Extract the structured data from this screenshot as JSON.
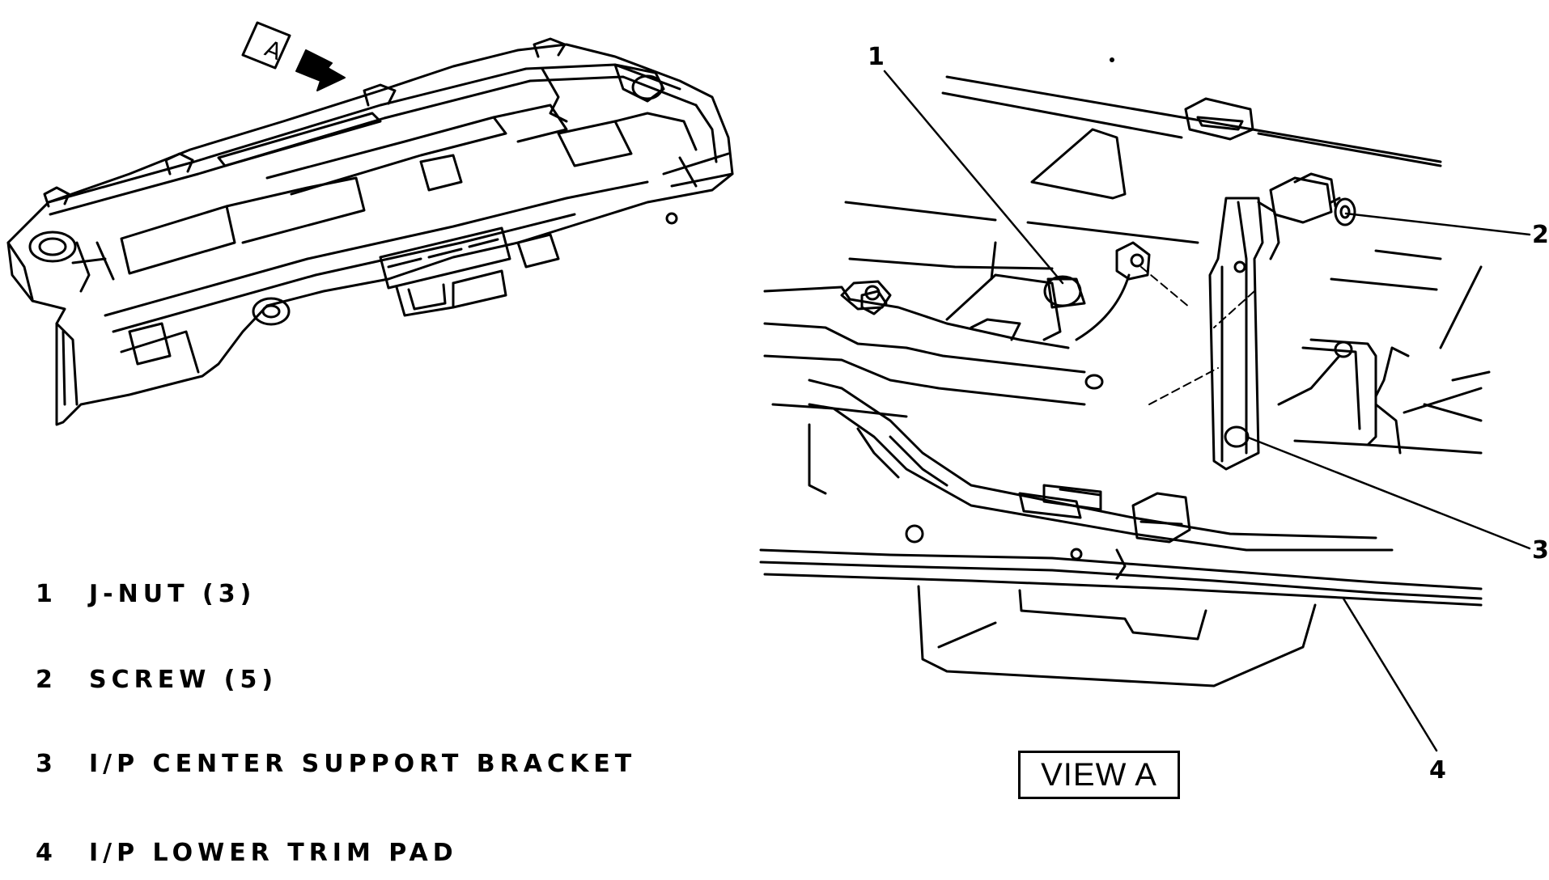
{
  "view_marker": {
    "letter": "A"
  },
  "view_label": "VIEW A",
  "callouts": [
    "1",
    "2",
    "3",
    "4"
  ],
  "legend": [
    {
      "num": "1",
      "text": "J-NUT (3)"
    },
    {
      "num": "2",
      "text": "SCREW (5)"
    },
    {
      "num": "3",
      "text": "I/P CENTER SUPPORT BRACKET"
    },
    {
      "num": "4",
      "text": "I/P LOWER TRIM PAD"
    }
  ]
}
